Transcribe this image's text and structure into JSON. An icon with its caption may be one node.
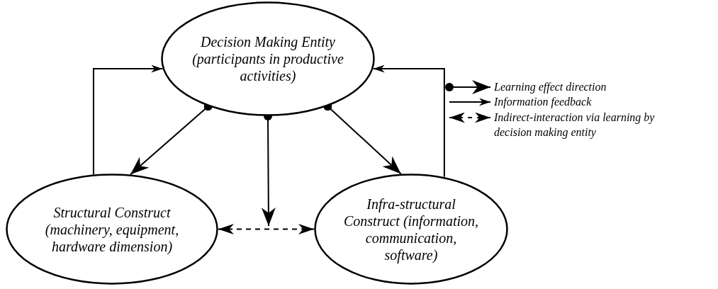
{
  "diagram": {
    "nodes": [
      {
        "text": [
          "Decision Making Entity (participants in productive activities)"
        ]
      },
      {
        "text": [
          "Structural Construct (machinery, equipment, hardware dimension)"
        ]
      },
      {
        "text": [
          "Infra-structural Construct (information, communication, software)"
        ]
      }
    ],
    "edges": [
      {
        "from": 0,
        "to": 1,
        "arrow": "to"
      },
      {
        "from": 0,
        "to": null,
        "arrow": "to"
      },
      {
        "from": 0,
        "to": 2,
        "arrow": "to"
      },
      {
        "from": 1,
        "to": 0,
        "arrow": "to"
      },
      {
        "from": 2,
        "to": 0,
        "arrow": "to"
      },
      {
        "from": 1,
        "to": 2,
        "arrow": "both",
        "style": "dashed"
      }
    ],
    "legend": [
      {
        "text": "Learning effect direction"
      },
      {
        "text": "Information feedback"
      },
      {
        "text": "Indirect-interaction via learning by decision making entity"
      }
    ]
  }
}
